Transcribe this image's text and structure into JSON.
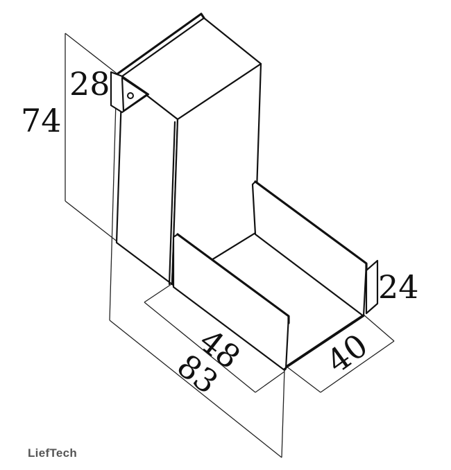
{
  "dimensions": {
    "total_height": "74",
    "flange_width": "28",
    "channel_height": "24",
    "inner_length": "48",
    "total_length": "83",
    "depth": "40"
  },
  "brand": {
    "watermark": "LiefTech"
  }
}
